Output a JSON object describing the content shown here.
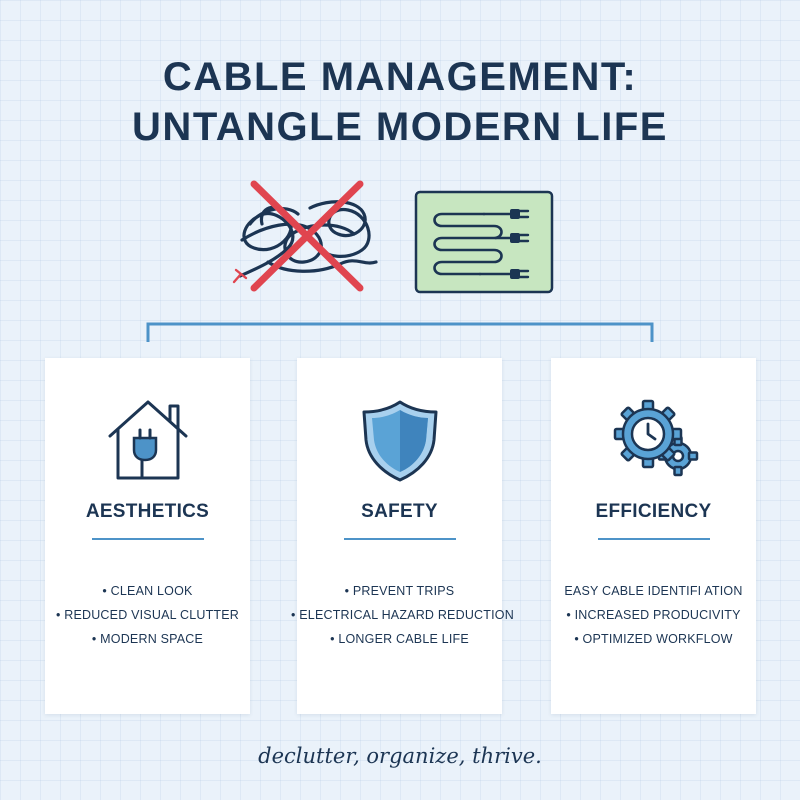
{
  "title": {
    "line1": "CABLE MANAGEMENT:",
    "line2": "UNTANGLE MODERN LIFE"
  },
  "hero_icons": {
    "before": "tangled-cables-crossed-out-icon",
    "after": "organized-cable-board-icon"
  },
  "colors": {
    "navy": "#1c3553",
    "accent_blue": "#4d93c8",
    "cross_red": "#e0454f",
    "board_green": "#c7e6c0",
    "background": "#eaf2fa"
  },
  "cards": [
    {
      "icon": "house-plug-icon",
      "title": "AESTHETICS",
      "items": [
        "• CLEAN LOOK",
        "• REDUCED VISUAL CLUTTER",
        "• MODERN SPACE"
      ]
    },
    {
      "icon": "shield-icon",
      "title": "SAFETY",
      "items": [
        "• PREVENT TRIPS",
        "• ELECTRICAL HAZARD REDUCTION",
        "• LONGER CABLE LIFE"
      ]
    },
    {
      "icon": "gears-clock-icon",
      "title": "EFFICIENCY",
      "items": [
        "EASY CABLE IDENTIFI ATION",
        "• INCREASED PRODUCIVITY",
        "• OPTIMIZED WORKFLOW"
      ]
    }
  ],
  "tagline": "declutter, organize, thrive."
}
